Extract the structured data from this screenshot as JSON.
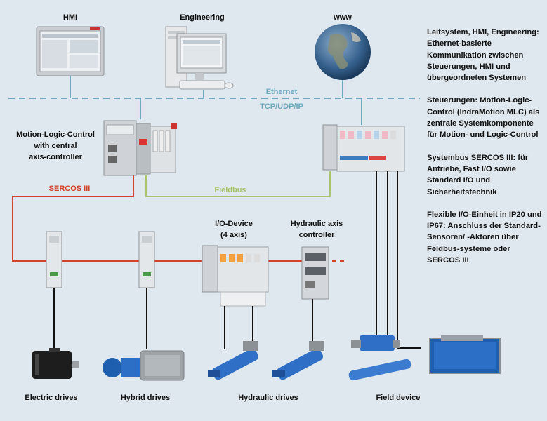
{
  "top": {
    "hmi": "HMI",
    "engineering": "Engineering",
    "www": "www"
  },
  "network": {
    "ethernet": "Ethernet",
    "protocols": "TCP/UDP/IP"
  },
  "controller": {
    "line1": "Motion-Logic-Control",
    "line2": "with central",
    "line3": "axis-controller"
  },
  "buses": {
    "sercos": "SERCOS III",
    "fieldbus": "Fieldbus"
  },
  "io_device": {
    "line1": "I/O-Device",
    "line2": "(4 axis)"
  },
  "hydraulic_ctrl": {
    "line1": "Hydraulic axis",
    "line2": "controller"
  },
  "bottom": {
    "electric": "Electric drives",
    "hybrid": "Hybrid drives",
    "hydraulic": "Hydraulic drives",
    "field": "Field devices"
  },
  "side_text": [
    "Leitsystem, HMI, Engineering: Ethernet-basierte Kommunikation zwischen Steuerungen, HMI und übergeordneten Systemen",
    "Steuerungen: Motion-Logic-Control (IndraMotion MLC) als zentrale Systemkompo­nente für Motion- und Logic-Control",
    "Systembus SERCOS III: für Antriebe, Fast I/O sowie Standard I/O und Sicherheitstechnik",
    "Flexible I/O-Einheit in IP20 und IP67: Anschluss der Standard-Sensoren/ -Aktoren über Feldbus-systeme oder SERCOS III"
  ],
  "colors": {
    "background": "#dfe8ef",
    "ethernet": "#6fa8bf",
    "sercos": "#d4412c",
    "fieldbus": "#a8c46a",
    "device": "#c8ccd0"
  }
}
